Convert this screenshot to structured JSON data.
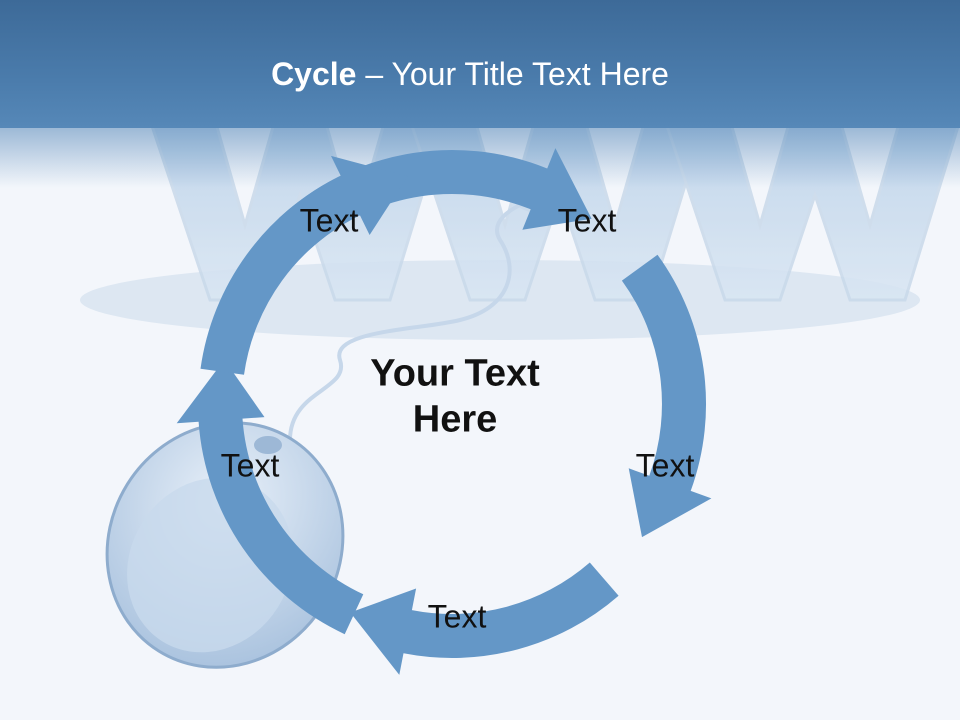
{
  "header": {
    "title_bold": "Cycle",
    "title_rest": " – Your Title Text Here"
  },
  "cycle": {
    "center_text": "Your Text Here",
    "nodes": [
      {
        "label": "Text"
      },
      {
        "label": "Text"
      },
      {
        "label": "Text"
      },
      {
        "label": "Text"
      },
      {
        "label": "Text"
      }
    ]
  },
  "colors": {
    "header": "#4a7bab",
    "arrow": "#6497c7",
    "background": "#f3f6fb"
  },
  "icons": [
    "www-letters-graphic",
    "computer-mouse-graphic"
  ]
}
